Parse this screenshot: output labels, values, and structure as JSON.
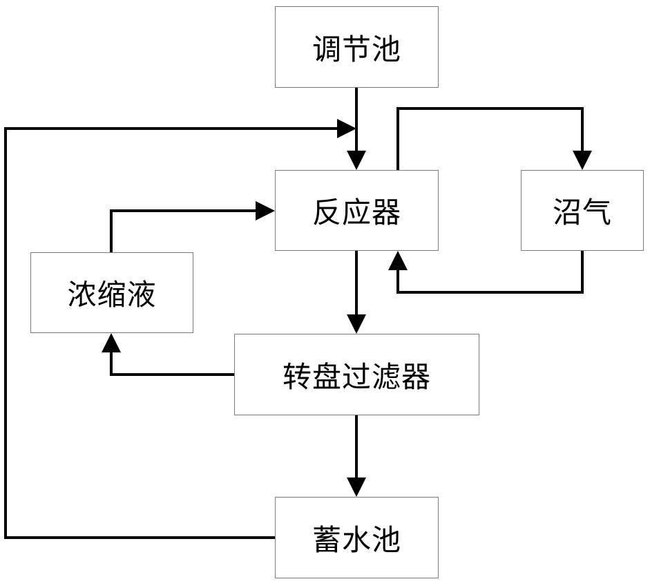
{
  "nodes": {
    "regulating_tank": "调节池",
    "reactor": "反应器",
    "biogas": "沼气",
    "concentrate": "浓缩液",
    "rotary_disc_filter": "转盘过滤器",
    "storage_tank": "蓄水池"
  },
  "edges": [
    {
      "from": "regulating_tank",
      "to": "reactor"
    },
    {
      "from": "reactor",
      "to": "biogas"
    },
    {
      "from": "biogas",
      "to": "reactor"
    },
    {
      "from": "reactor",
      "to": "rotary_disc_filter"
    },
    {
      "from": "rotary_disc_filter",
      "to": "concentrate"
    },
    {
      "from": "concentrate",
      "to": "reactor"
    },
    {
      "from": "rotary_disc_filter",
      "to": "storage_tank"
    },
    {
      "from": "storage_tank",
      "to": "reactor"
    }
  ]
}
